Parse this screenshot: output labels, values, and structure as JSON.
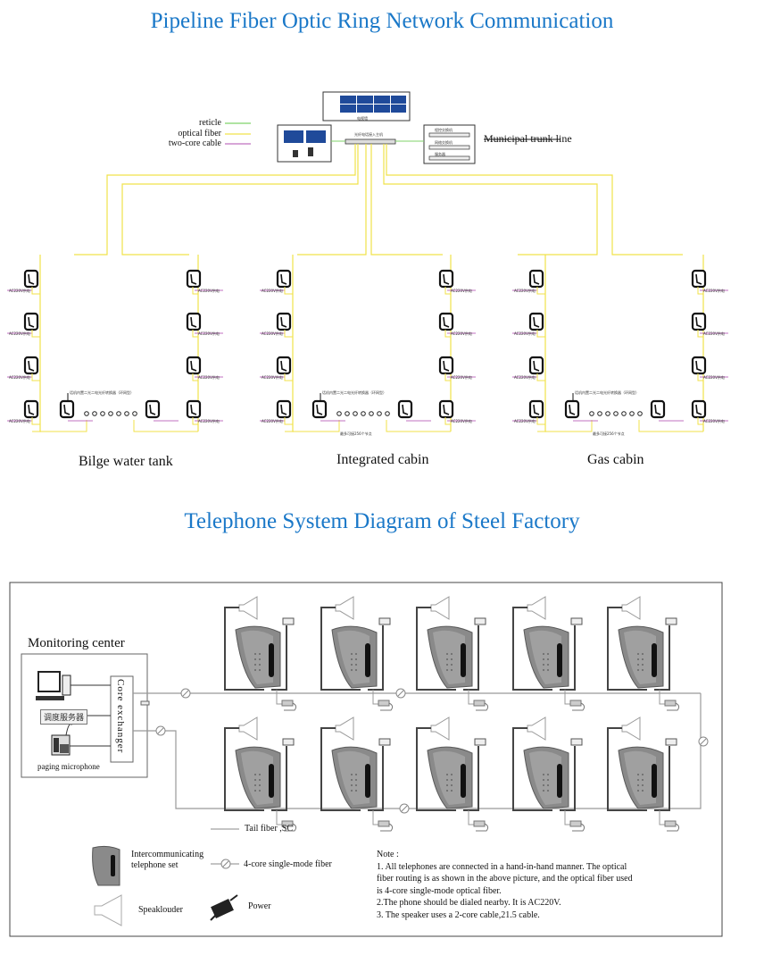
{
  "diagram1": {
    "title": "Pipeline Fiber Optic Ring Network Communication",
    "legend": [
      {
        "label": "reticle",
        "color": "#7fd36a"
      },
      {
        "label": "optical fiber",
        "color": "#f1e24a"
      },
      {
        "label": "two-core cable",
        "color": "#c070c0"
      }
    ],
    "video_wall_label": "电视墙",
    "host_label": "光纤电话接入主机",
    "switch_rack": [
      "程控交换机",
      "网络交换机",
      "服务器"
    ],
    "trunk_label": "Municipal trunk line",
    "power_label": "AC220V供电",
    "converter_note": "话机内置二光二电光纤转换器（环网型）",
    "max_nodes_note": "最多可接256个节点",
    "cabins": [
      "Bilge water tank",
      "Integrated cabin",
      "Gas cabin"
    ],
    "colors": {
      "fiber": "#f1e24a",
      "ethernet": "#7fd36a",
      "cable": "#c070c0",
      "title": "#1a78c8"
    }
  },
  "diagram2": {
    "title": "Telephone System Diagram of Steel Factory",
    "monitoring_center": {
      "title": "Monitoring center",
      "core_exchanger": "Core exchanger",
      "server_label": "调度服务器",
      "paging_label": "paging microphone"
    },
    "phone_count_per_row": 5,
    "rows": 2,
    "tail_fiber_label": "Tail fiber ,SC",
    "legend": {
      "phone": "Intercommunicating telephone set",
      "fiber": "4-core single-mode fiber",
      "speaker": "Speaklouder",
      "power": "Power"
    },
    "note": {
      "heading": "Note :",
      "lines": [
        "1. All telephones are connected in a hand-in-hand manner. The optical fiber routing is as shown in the above picture, and the optical fiber used is 4-core single-mode optical fiber.",
        "2.The phone should be dialed nearby. It is AC220V.",
        "3. The speaker uses a 2-core cable,21.5 cable."
      ]
    }
  }
}
